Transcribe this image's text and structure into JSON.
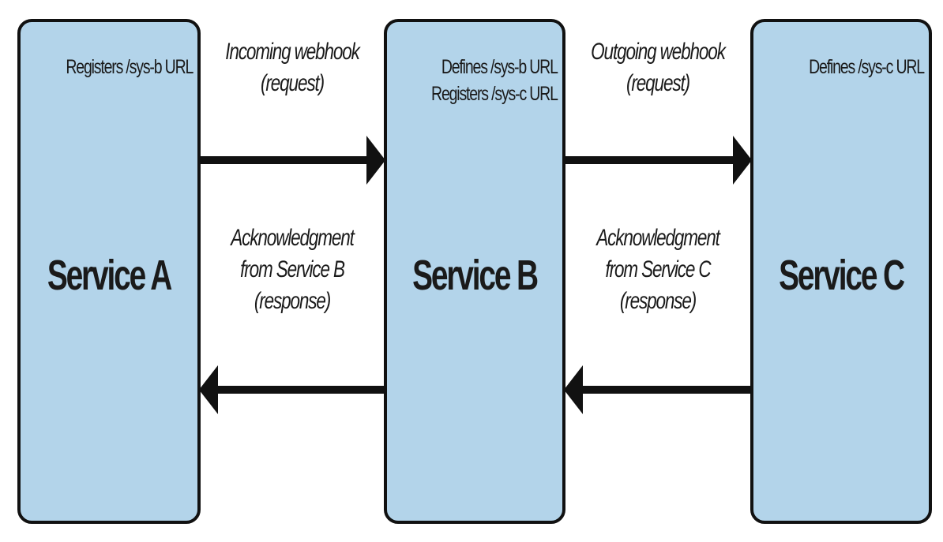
{
  "services": {
    "a": {
      "title": "Service A",
      "notes": [
        "Registers /sys-b URL"
      ]
    },
    "b": {
      "title": "Service B",
      "notes": [
        "Defines /sys-b URL",
        "Registers /sys-c URL"
      ]
    },
    "c": {
      "title": "Service C",
      "notes": [
        "Defines /sys-c URL"
      ]
    }
  },
  "arrows": {
    "ab_request": {
      "line1": "Incoming webhook",
      "line2": "(request)"
    },
    "bc_request": {
      "line1": "Outgoing webhook",
      "line2": "(request)"
    },
    "ab_response": {
      "line1": "Acknowledgment",
      "line2": "from Service B",
      "line3": "(response)"
    },
    "bc_response": {
      "line1": "Acknowledgment",
      "line2": "from Service C",
      "line3": "(response)"
    }
  },
  "colors": {
    "box_fill": "#b3d4ea",
    "stroke": "#111111"
  }
}
